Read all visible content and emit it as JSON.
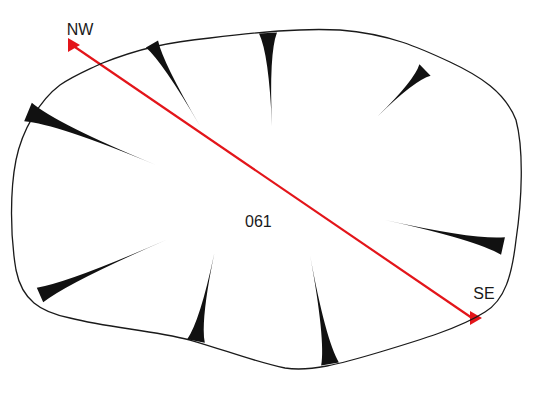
{
  "diagram": {
    "nodes": [
      {
        "text": [
          "061"
        ]
      }
    ],
    "labels": [
      "NW",
      "SE"
    ]
  }
}
